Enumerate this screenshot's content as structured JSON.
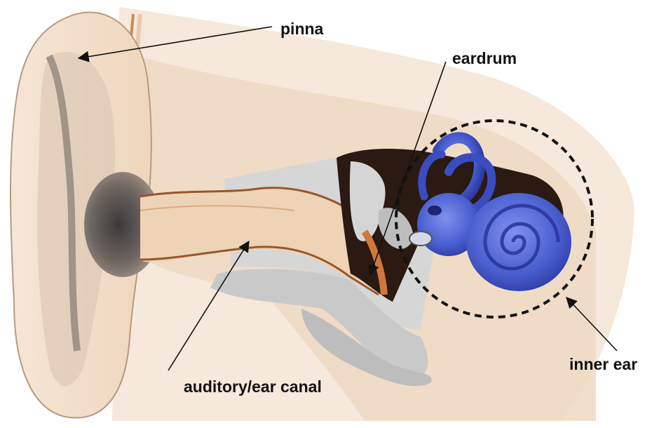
{
  "labels": {
    "pinna": "pinna",
    "eardrum": "eardrum",
    "inner_ear": "inner ear",
    "auditory_canal": "auditory/ear canal"
  },
  "colors": {
    "background": "#ffffff",
    "skin_light": "#f2e2d2",
    "skin_mid": "#e9caa8",
    "skin_dark": "#c98a5a",
    "canal_outline": "#9a5628",
    "bone_gray": "#c9c9c9",
    "cavity_dark": "#2a1a12",
    "inner_ear_blue": "#4a5fd0",
    "inner_ear_blue_dark": "#27349a",
    "label_text": "#111111"
  }
}
